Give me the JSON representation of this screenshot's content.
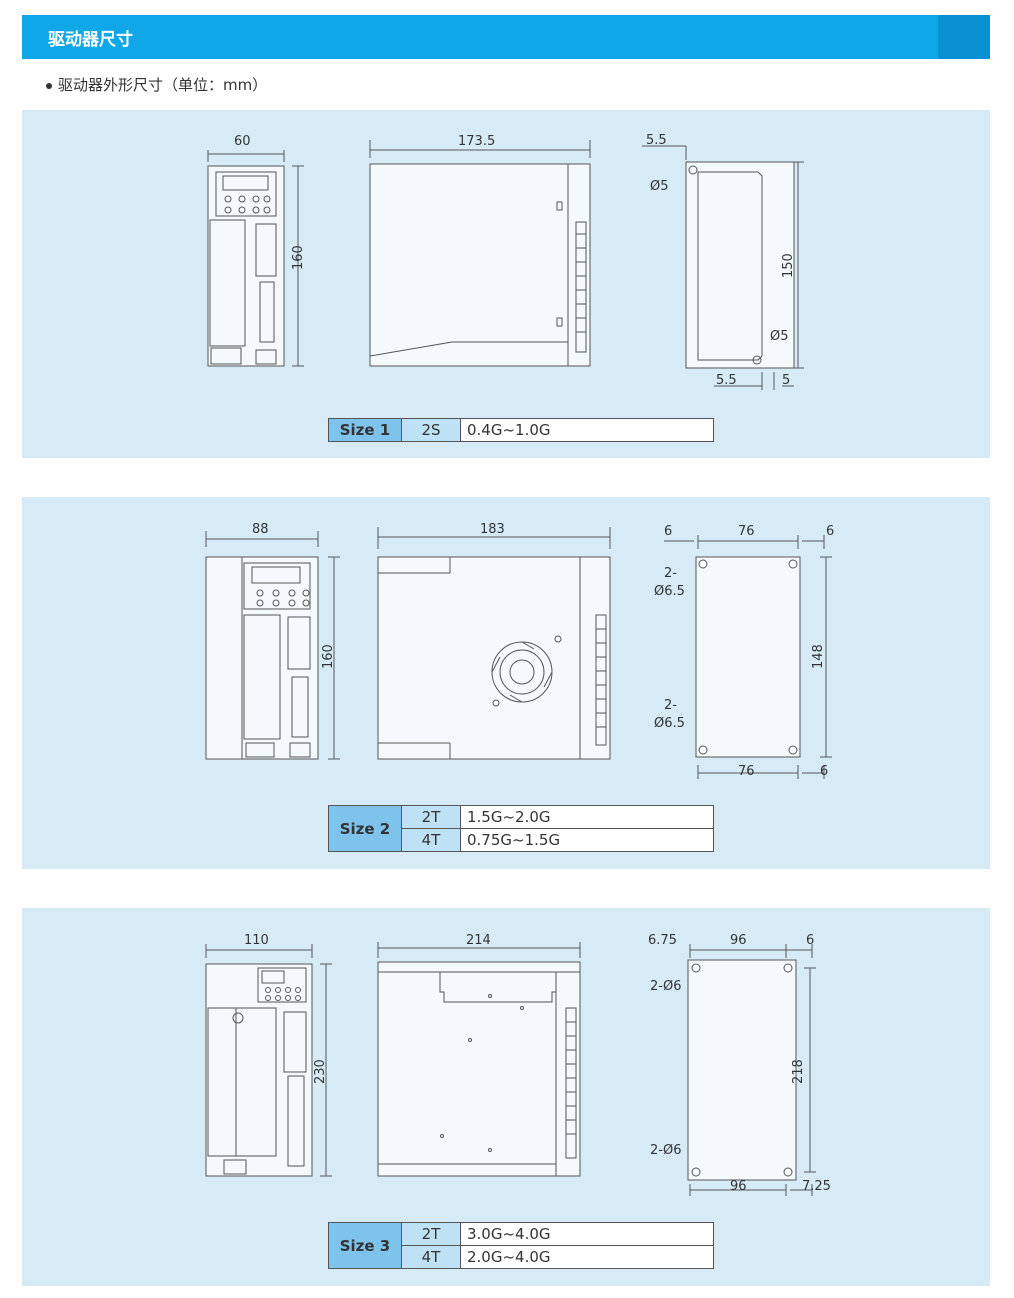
{
  "header": {
    "title": "驱动器尺寸"
  },
  "subtitle": "驱动器外形尺寸（单位：mm）",
  "sizes": [
    {
      "name": "Size 1",
      "front_width": "60",
      "height": "160",
      "depth": "173.5",
      "back": {
        "top_offset": "5.5",
        "hole_top": "Ø5",
        "hole_bottom": "Ø5",
        "hole_height": "150",
        "bottom_offset": "5.5",
        "edge": "5"
      },
      "rows": [
        {
          "code": "2S",
          "range": "0.4G~1.0G"
        }
      ]
    },
    {
      "name": "Size 2",
      "front_width": "88",
      "height": "160",
      "depth": "183",
      "back": {
        "left_offset": "6",
        "top_width": "76",
        "right_offset": "6",
        "hole_top_count": "2-",
        "hole_top": "Ø6.5",
        "hole_bottom_count": "2-",
        "hole_bottom": "Ø6.5",
        "hole_height": "148",
        "bottom_width": "76",
        "bottom_offset": "6"
      },
      "rows": [
        {
          "code": "2T",
          "range": "1.5G~2.0G"
        },
        {
          "code": "4T",
          "range": "0.75G~1.5G"
        }
      ]
    },
    {
      "name": "Size 3",
      "front_width": "110",
      "height": "230",
      "depth": "214",
      "back": {
        "left_offset": "6.75",
        "top_width": "96",
        "right_offset": "6",
        "hole_top": "2-Ø6",
        "hole_bottom": "2-Ø6",
        "hole_height": "218",
        "bottom_width": "96",
        "bottom_offset": "7.25"
      },
      "rows": [
        {
          "code": "2T",
          "range": "3.0G~4.0G"
        },
        {
          "code": "4T",
          "range": "2.0G~4.0G"
        }
      ]
    }
  ]
}
